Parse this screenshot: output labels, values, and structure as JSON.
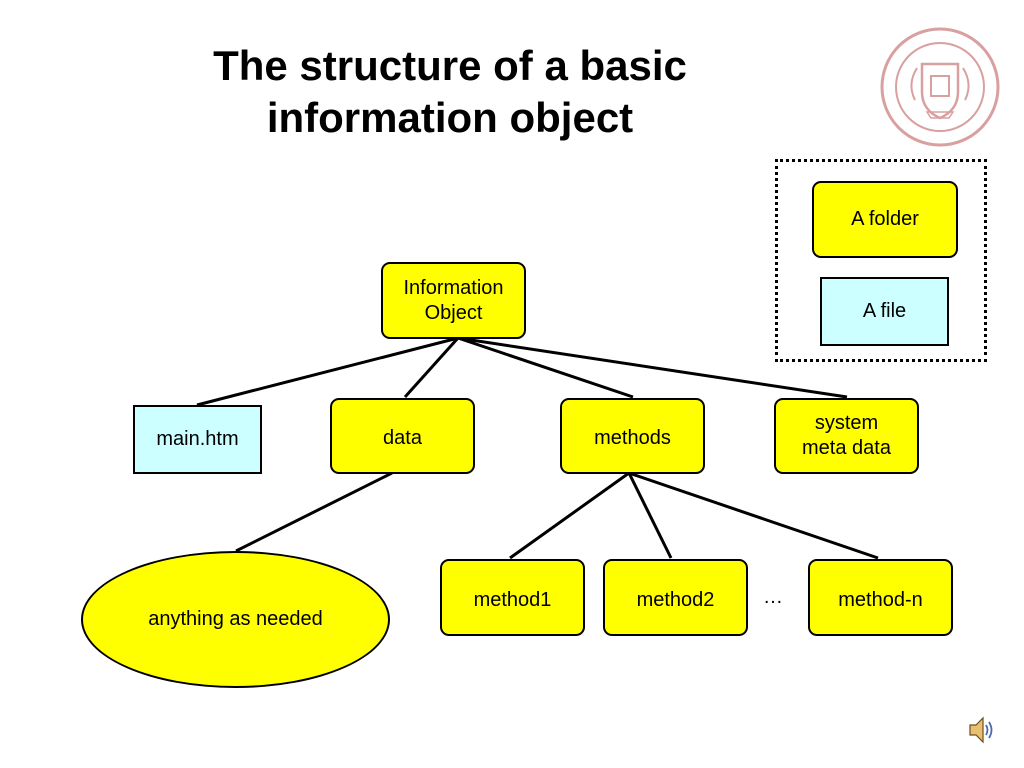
{
  "title": {
    "line1": "The structure of a basic",
    "line2": "information object"
  },
  "legend": {
    "folder_label": "A folder",
    "file_label": "A file"
  },
  "nodes": {
    "root": {
      "line1": "Information",
      "line2": "Object"
    },
    "main_htm": "main.htm",
    "data": "data",
    "methods": "methods",
    "system_meta": {
      "line1": "system",
      "line2": "meta data"
    },
    "anything": "anything as needed",
    "method1": "method1",
    "method2": "method2",
    "method_n": "method-n"
  },
  "ellipsis": "…",
  "colors": {
    "folder": "#ffff00",
    "file": "#ccffff",
    "logo": "#d9a0a0"
  },
  "icons": {
    "logo": "university-seal-icon",
    "audio": "speaker-icon"
  }
}
